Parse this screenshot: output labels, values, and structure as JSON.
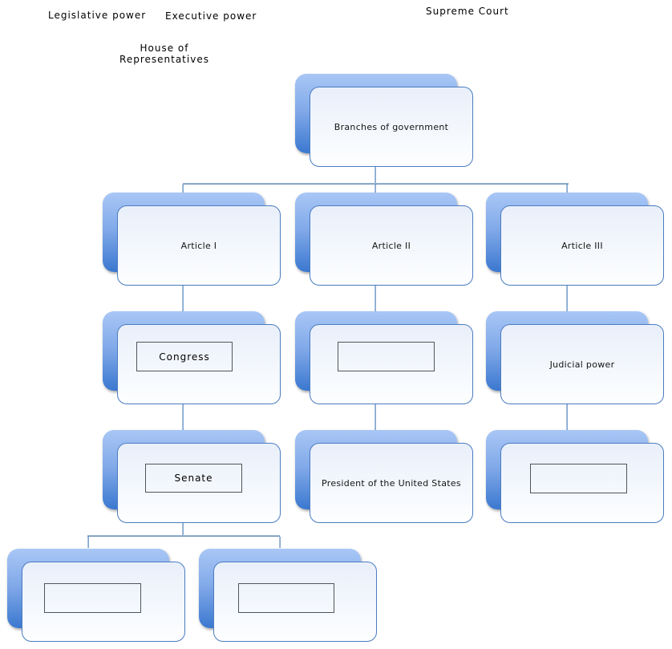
{
  "colors": {
    "back_plate_top": "#a9c7f6",
    "back_plate_bottom": "#3b78d0",
    "front_plate_border": "#4a7cc0",
    "front_plate_fill_top": "#e9effa",
    "front_plate_fill_bottom": "#fdfeff",
    "connector": "#527ca9",
    "slot_border": "#4f565e",
    "text": "#000000"
  },
  "floating_labels": {
    "legislative": "Legislative power",
    "executive": "Executive power",
    "supreme": "Supreme Court",
    "house_line1": "House of",
    "house_line2": "Representatives"
  },
  "nodes": {
    "root": {
      "label": "Branches of government"
    },
    "article1": {
      "label": "Article I"
    },
    "article2": {
      "label": "Article II"
    },
    "article3": {
      "label": "Article III"
    },
    "article1_child": {
      "slot_label": "Congress"
    },
    "article2_child": {
      "slot_label": ""
    },
    "article3_child": {
      "label": "Judicial power"
    },
    "congress_child": {
      "slot_label": "Senate"
    },
    "article2_grandchild": {
      "label": "President of the United States"
    },
    "judicial_child": {
      "slot_label": ""
    },
    "senate_child_left": {
      "slot_label": ""
    },
    "senate_child_right": {
      "slot_label": ""
    }
  }
}
